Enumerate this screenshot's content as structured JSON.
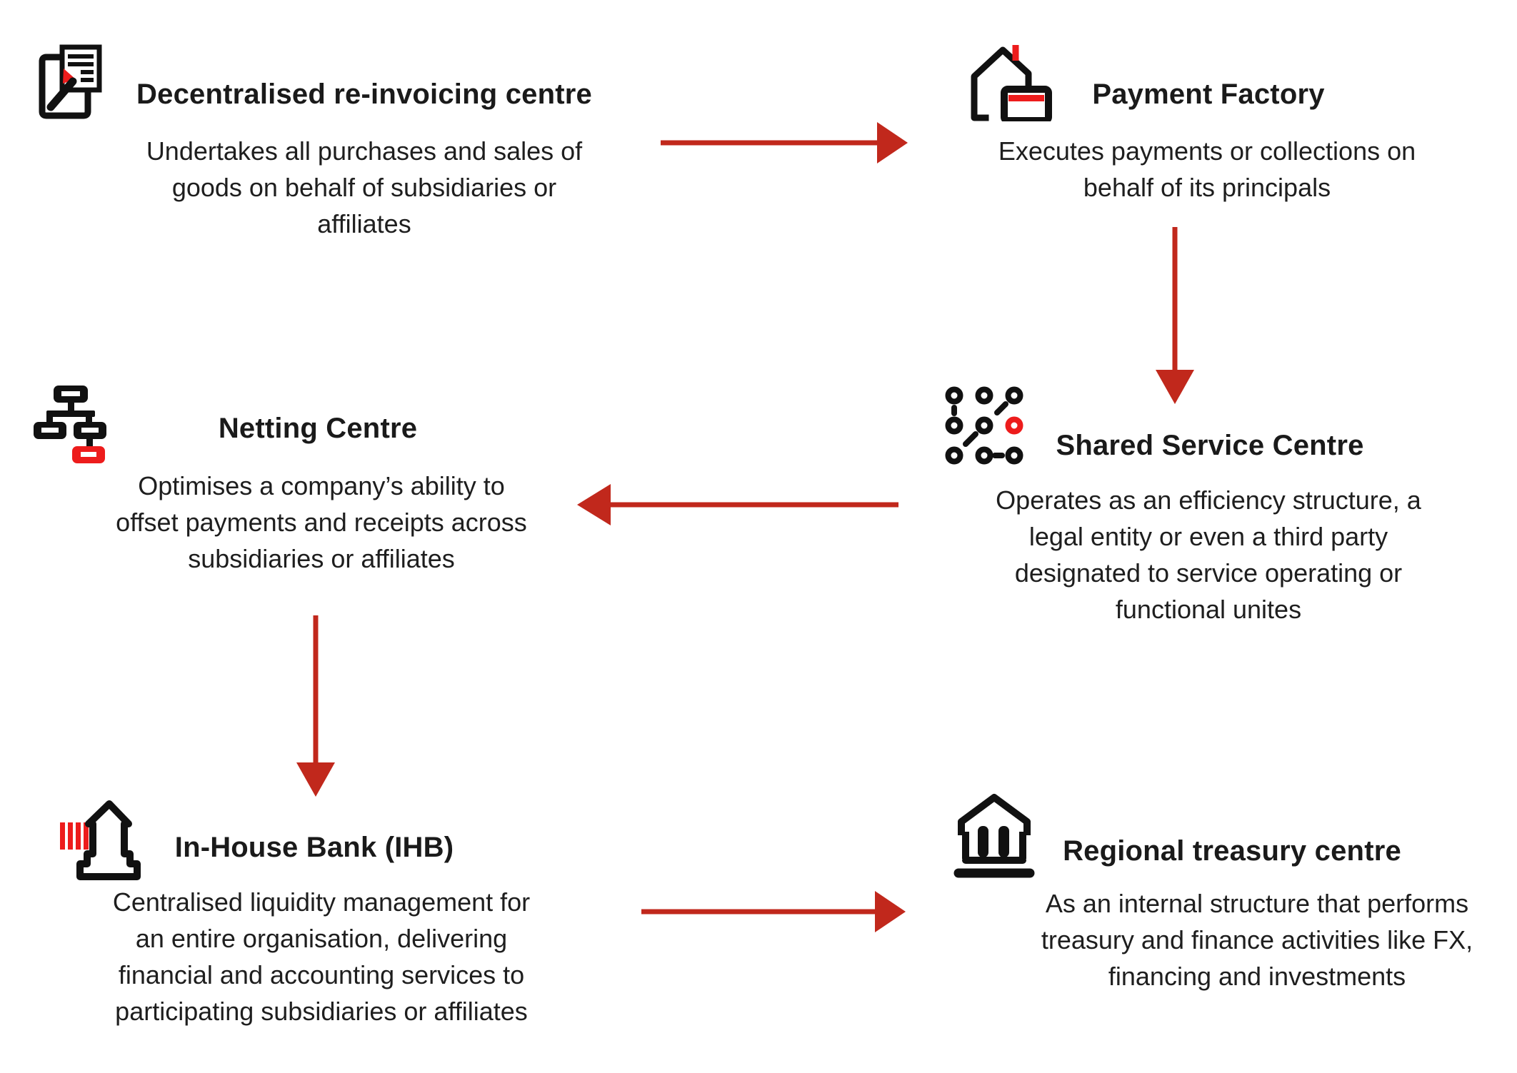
{
  "diagram": {
    "background_color": "#ffffff",
    "arrow_color": "#c1281c",
    "icon_accent_color": "#ed1c1c",
    "icon_ink_color": "#111111",
    "nodes": [
      {
        "id": "reinvoicing",
        "icon": "invoice-edit-icon",
        "title": "Decentralised re-invoicing centre",
        "description_lines": [
          "Undertakes all purchases and sales of",
          "goods on behalf of subsidiaries or",
          "affiliates"
        ]
      },
      {
        "id": "payment-factory",
        "icon": "payment-factory-icon",
        "title": "Payment Factory",
        "description_lines": [
          "Executes payments or collections on",
          "behalf of its principals"
        ]
      },
      {
        "id": "netting-centre",
        "icon": "netting-hierarchy-icon",
        "title": "Netting Centre",
        "description_lines": [
          "Optimises a company’s ability to",
          "offset payments and receipts across",
          "subsidiaries or affiliates"
        ]
      },
      {
        "id": "shared-service-centre",
        "icon": "shared-service-dots-icon",
        "title": "Shared Service Centre",
        "description_lines": [
          "Operates as an efficiency structure, a",
          "legal entity or even a third party",
          "designated to service operating or",
          "functional unites"
        ]
      },
      {
        "id": "in-house-bank",
        "icon": "in-house-bank-icon",
        "title": "In-House Bank (IHB)",
        "description_lines": [
          "Centralised liquidity management for",
          "an entire organisation, delivering",
          "financial and accounting services to",
          "participating subsidiaries or affiliates"
        ]
      },
      {
        "id": "regional-treasury-centre",
        "icon": "treasury-building-icon",
        "title": "Regional treasury centre",
        "description_lines": [
          "As an internal structure that performs",
          "treasury and finance activities like FX,",
          "financing and investments"
        ]
      }
    ],
    "arrows": [
      {
        "from": "reinvoicing",
        "to": "payment-factory",
        "direction": "right"
      },
      {
        "from": "payment-factory",
        "to": "shared-service-centre",
        "direction": "down"
      },
      {
        "from": "shared-service-centre",
        "to": "netting-centre",
        "direction": "left"
      },
      {
        "from": "netting-centre",
        "to": "in-house-bank",
        "direction": "down"
      },
      {
        "from": "in-house-bank",
        "to": "regional-treasury-centre",
        "direction": "right"
      }
    ]
  }
}
